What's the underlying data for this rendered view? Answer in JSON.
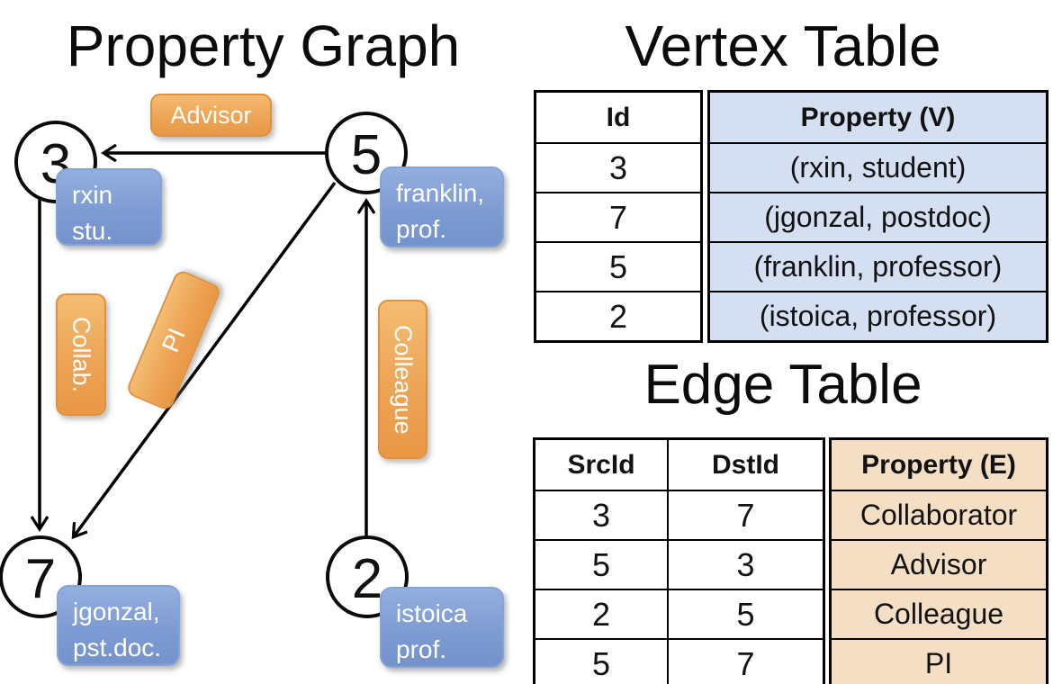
{
  "graph": {
    "title": "Property Graph",
    "nodes": [
      {
        "id": "3",
        "property": {
          "line1": "rxin",
          "line2": "stu."
        }
      },
      {
        "id": "5",
        "property": {
          "line1": "franklin,",
          "line2": "prof."
        }
      },
      {
        "id": "7",
        "property": {
          "line1": "jgonzal,",
          "line2": "pst.doc."
        }
      },
      {
        "id": "2",
        "property": {
          "line1": "istoica",
          "line2": "prof."
        }
      }
    ],
    "edges": [
      {
        "from": "5",
        "to": "3",
        "label": "Advisor"
      },
      {
        "from": "3",
        "to": "7",
        "label": "Collab."
      },
      {
        "from": "5",
        "to": "7",
        "label": "PI"
      },
      {
        "from": "2",
        "to": "5",
        "label": "Colleague"
      }
    ]
  },
  "vertex_table": {
    "title": "Vertex Table",
    "columns": [
      "Id",
      "Property (V)"
    ],
    "rows": [
      {
        "id": "3",
        "property": "(rxin, student)"
      },
      {
        "id": "7",
        "property": "(jgonzal, postdoc)"
      },
      {
        "id": "5",
        "property": "(franklin, professor)"
      },
      {
        "id": "2",
        "property": "(istoica, professor)"
      }
    ]
  },
  "edge_table": {
    "title": "Edge Table",
    "columns": [
      "SrcId",
      "DstId",
      "Property (E)"
    ],
    "rows": [
      {
        "src": "3",
        "dst": "7",
        "property": "Collaborator"
      },
      {
        "src": "5",
        "dst": "3",
        "property": "Advisor"
      },
      {
        "src": "2",
        "dst": "5",
        "property": "Colleague"
      },
      {
        "src": "5",
        "dst": "7",
        "property": "PI"
      }
    ]
  },
  "colors": {
    "vertex_accent": "#7492CB",
    "vertex_fill_light": "#D4DFF2",
    "edge_accent": "#E99845",
    "edge_fill_light": "#F5DFC4",
    "line": "#000000",
    "text_on_accent": "#FFFFFF"
  }
}
